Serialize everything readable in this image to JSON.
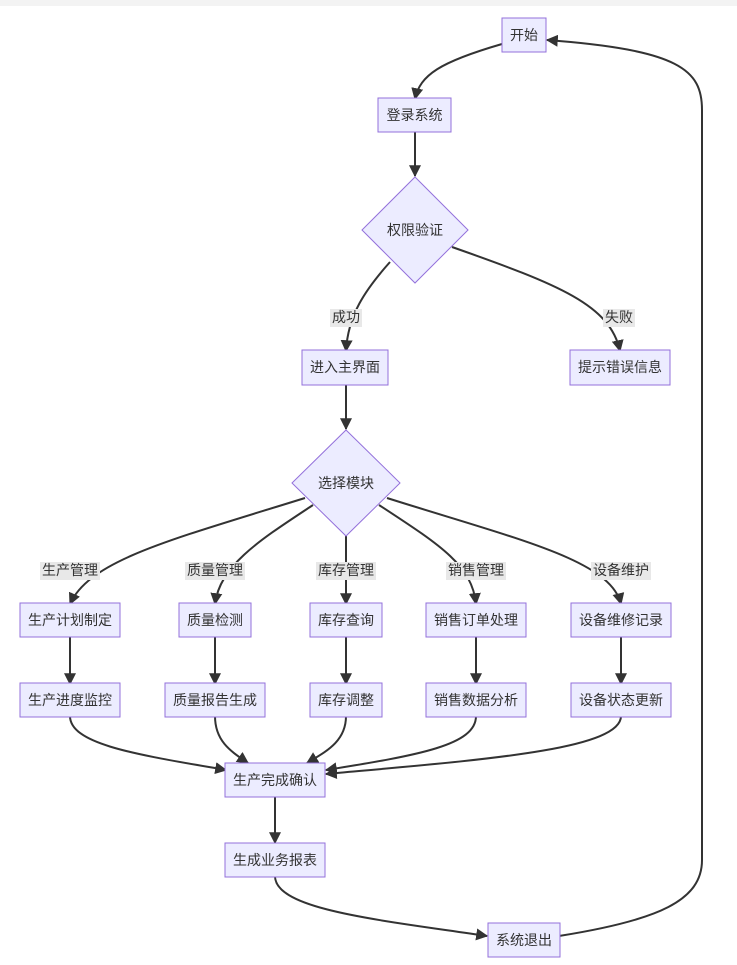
{
  "flowchart": {
    "nodes": {
      "start": "开始",
      "login": "登录系统",
      "auth": "权限验证",
      "main": "进入主界面",
      "error": "提示错误信息",
      "select": "选择模块",
      "prod_plan": "生产计划制定",
      "quality_check": "质量检测",
      "stock_query": "库存查询",
      "sales_order": "销售订单处理",
      "equip_repair": "设备维修记录",
      "prod_progress": "生产进度监控",
      "quality_report": "质量报告生成",
      "stock_adjust": "库存调整",
      "sales_analysis": "销售数据分析",
      "equip_status": "设备状态更新",
      "confirm": "生产完成确认",
      "report": "生成业务报表",
      "logout": "系统退出"
    },
    "edge_labels": {
      "success": "成功",
      "fail": "失败",
      "production": "生产管理",
      "quality": "质量管理",
      "inventory": "库存管理",
      "sales": "销售管理",
      "equipment": "设备维护"
    }
  }
}
